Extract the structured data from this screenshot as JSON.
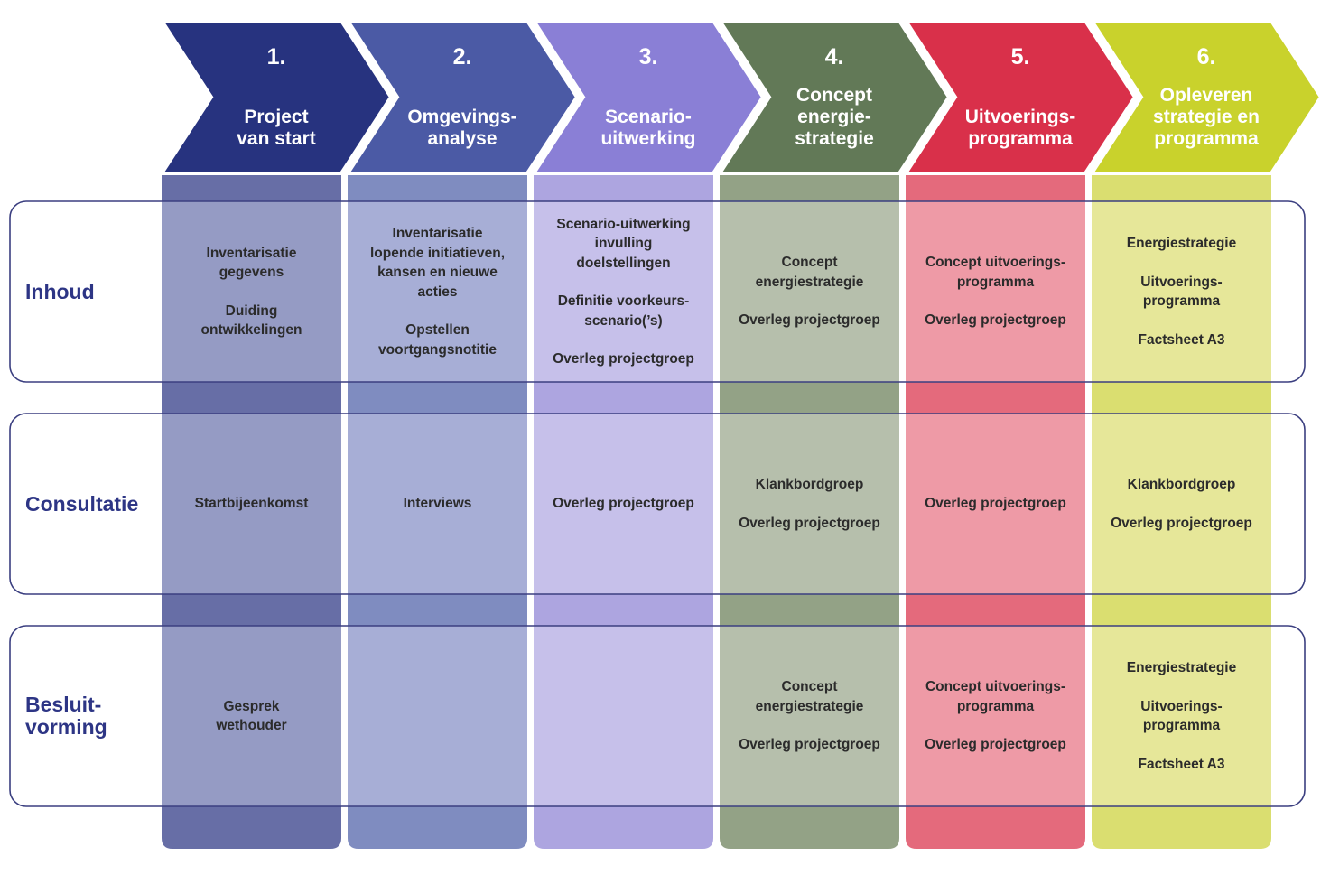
{
  "colors": {
    "row_border": "#3b3f80",
    "row_label": "#2d3585",
    "columns": [
      {
        "header": "#27337f",
        "dark": "#676ea6",
        "light": "#959bc4"
      },
      {
        "header": "#4b5aa5",
        "dark": "#7f8cc0",
        "light": "#a7aed6"
      },
      {
        "header": "#8a7fd6",
        "dark": "#ada5e0",
        "light": "#c6c0ea"
      },
      {
        "header": "#627957",
        "dark": "#93a286",
        "light": "#b6bfac"
      },
      {
        "header": "#d9304a",
        "dark": "#e46a7c",
        "light": "#ee9aa6"
      },
      {
        "header": "#c9d22c",
        "dark": "#dade70",
        "light": "#e6e799"
      }
    ]
  },
  "rows": [
    {
      "label": "Inhoud"
    },
    {
      "label": "Consultatie"
    },
    {
      "label": "Besluit-\nvorming"
    }
  ],
  "columns": [
    {
      "number": "1.",
      "title": "Project\nvan start",
      "cells": [
        [
          "Inventarisatie\ngegevens",
          "Duiding\nontwikkelingen"
        ],
        [
          "Startbijeenkomst"
        ],
        [
          "Gesprek\nwethouder"
        ]
      ]
    },
    {
      "number": "2.",
      "title": "Omgevings-\nanalyse",
      "cells": [
        [
          "Inventarisatie\nlopende initiatieven,\nkansen en nieuwe\nacties",
          "Opstellen\nvoortgangsnotitie"
        ],
        [
          "Interviews"
        ],
        []
      ]
    },
    {
      "number": "3.",
      "title": "Scenario-\nuitwerking",
      "cells": [
        [
          "Scenario-uitwerking\ninvulling\ndoelstellingen",
          "Definitie voorkeurs-\nscenario(’s)",
          "Overleg projectgroep"
        ],
        [
          "Overleg projectgroep"
        ],
        []
      ]
    },
    {
      "number": "4.",
      "title": "Concept\nenergie-\nstrategie",
      "cells": [
        [
          "Concept\nenergiestrategie",
          "Overleg projectgroep"
        ],
        [
          "Klankbordgroep",
          "Overleg projectgroep"
        ],
        [
          "Concept\nenergiestrategie",
          "Overleg projectgroep"
        ]
      ]
    },
    {
      "number": "5.",
      "title": "Uitvoerings-\nprogramma",
      "cells": [
        [
          "Concept uitvoerings-\nprogramma",
          "Overleg projectgroep"
        ],
        [
          "Overleg projectgroep"
        ],
        [
          "Concept uitvoerings-\nprogramma",
          "Overleg projectgroep"
        ]
      ]
    },
    {
      "number": "6.",
      "title": "Opleveren\nstrategie en\nprogramma",
      "cells": [
        [
          "Energiestrategie",
          "Uitvoerings-\nprogramma",
          "Factsheet A3"
        ],
        [
          "Klankbordgroep",
          "Overleg projectgroep"
        ],
        [
          "Energiestrategie",
          "Uitvoerings-\nprogramma",
          "Factsheet A3"
        ]
      ]
    }
  ]
}
